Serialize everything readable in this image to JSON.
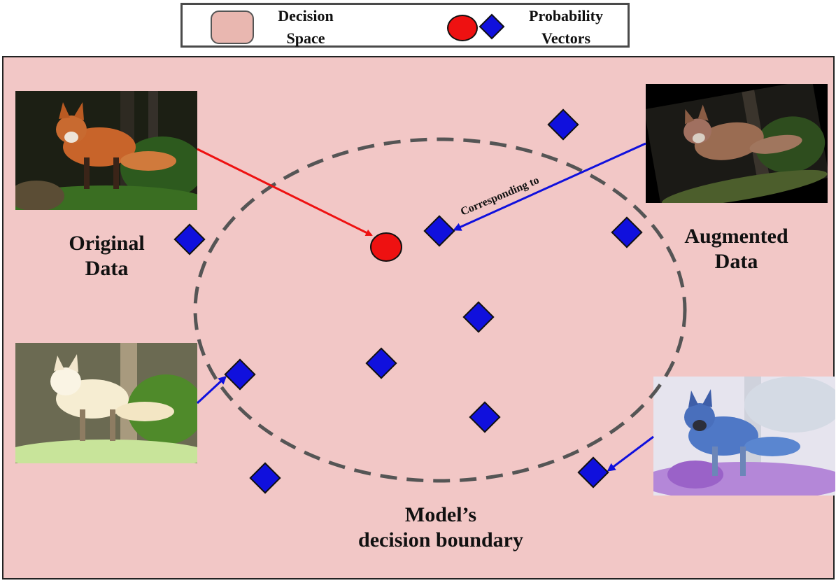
{
  "legend": {
    "decision_space": "Decision\nSpace",
    "probability_vectors": "Probability\nVectors"
  },
  "labels": {
    "original": "Original\nData",
    "augmented": "Augmented\nData",
    "boundary": "Model’s\ndecision boundary",
    "corresponding": "Corresponding to"
  },
  "colors": {
    "decision_space": "#f2c7c6",
    "original_vector": "#ee1111",
    "augmented_vector": "#1010dd",
    "boundary": "#555555"
  },
  "icons": {
    "original_vector": "red-circle",
    "augmented_vector": "blue-diamond",
    "photos": [
      "fox-photo-original",
      "fox-photo-bright",
      "fox-photo-rotated",
      "fox-photo-inverted"
    ]
  }
}
